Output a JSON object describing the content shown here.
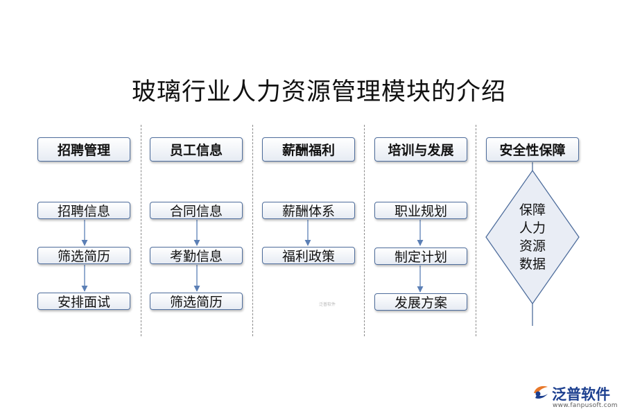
{
  "title": "玻璃行业人力资源管理模块的介绍",
  "columns": [
    {
      "header": "招聘管理",
      "items": [
        "招聘信息",
        "筛选简历",
        "安排面试"
      ]
    },
    {
      "header": "员工信息",
      "items": [
        "合同信息",
        "考勤信息",
        "筛选简历"
      ]
    },
    {
      "header": "薪酬福利",
      "items": [
        "薪酬体系",
        "福利政策"
      ]
    },
    {
      "header": "培训与发展",
      "items": [
        "职业规划",
        "制定计划",
        "发展方案"
      ]
    },
    {
      "header": "安全性保障",
      "diamond": [
        "保障",
        "人力",
        "资源",
        "数据"
      ]
    }
  ],
  "watermark": {
    "name": "泛普软件",
    "url": "www.fanpusoft.com",
    "mini": "泛普软件"
  },
  "colors": {
    "border": "#4e6d9c",
    "arrow": "#5b7fb5",
    "divider": "#8a8a8a",
    "brand": "#1c3f8f"
  }
}
